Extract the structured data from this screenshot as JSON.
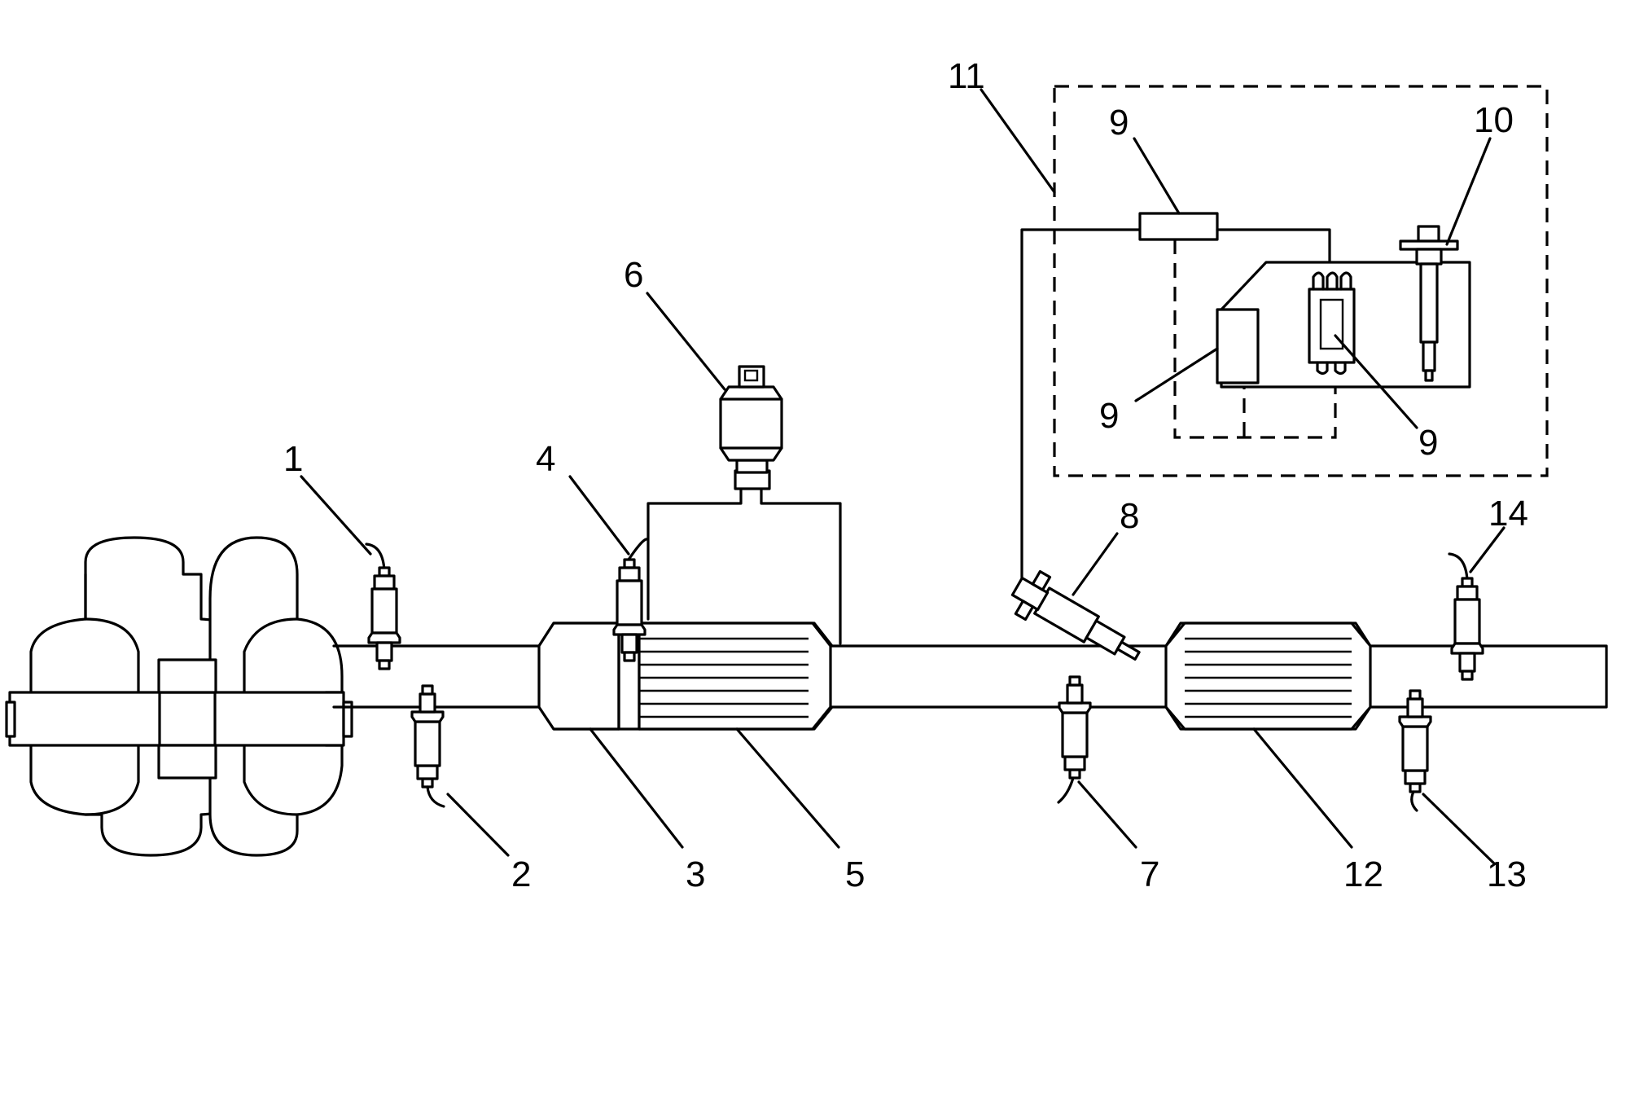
{
  "callouts": [
    {
      "id": "c1",
      "text": "1"
    },
    {
      "id": "c2",
      "text": "2"
    },
    {
      "id": "c3",
      "text": "3"
    },
    {
      "id": "c4",
      "text": "4"
    },
    {
      "id": "c5",
      "text": "5"
    },
    {
      "id": "c6",
      "text": "6"
    },
    {
      "id": "c7",
      "text": "7"
    },
    {
      "id": "c8",
      "text": "8"
    },
    {
      "id": "c9a",
      "text": "9"
    },
    {
      "id": "c9b",
      "text": "9"
    },
    {
      "id": "c9c",
      "text": "9"
    },
    {
      "id": "c10",
      "text": "10"
    },
    {
      "id": "c11",
      "text": "11"
    },
    {
      "id": "c12",
      "text": "12"
    },
    {
      "id": "c13",
      "text": "13"
    },
    {
      "id": "c14",
      "text": "14"
    }
  ]
}
